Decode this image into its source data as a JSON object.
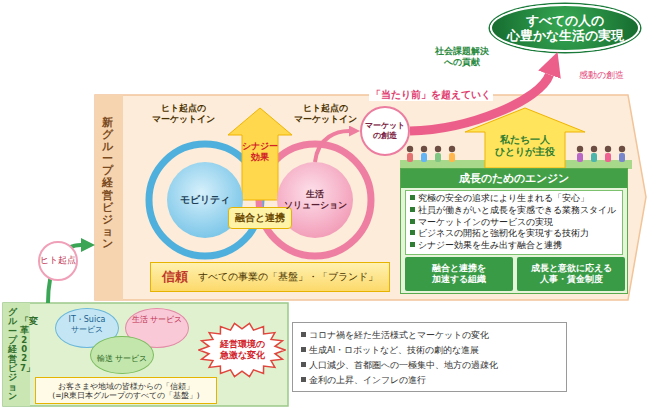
{
  "diagram": {
    "nodes": [
      {
        "text": [
          "すべての人の 心豊かな生活の実現"
        ]
      },
      {
        "text": [
          "新グループ経営ビジョン"
        ]
      },
      {
        "text": [
          "モビリティ"
        ],
        "in": 1
      },
      {
        "text": [
          "生活 ソリューション"
        ],
        "in": 1
      },
      {
        "text": [
          "融合と連携"
        ],
        "in": 1
      },
      {
        "text": [
          "信頼",
          "すべての事業の「基盤」・「ブランド」"
        ],
        "in": 1
      },
      {
        "text": [
          "マーケット の創造"
        ],
        "in": 1
      },
      {
        "text": [
          "成長のためのエンジン",
          "究極の安全の追求により生まれる「安心」",
          "社員が働きがいと成長を実感できる業務スタイル",
          "マーケットインのサービスの実現",
          "ビジネスの開拓と強靭化を実現する技術力",
          "シナジー効果を生み出す融合と連携"
        ],
        "in": 1
      },
      {
        "text": [
          "融合と連携を 加速する組織"
        ],
        "in": 7
      },
      {
        "text": [
          "成長と意欲に応える 人事・賃金制度"
        ],
        "in": 7
      },
      {
        "text": [
          "グループ経営ビジョン",
          "「変革2027」"
        ]
      },
      {
        "text": [
          "IT・Suica サービス"
        ],
        "in": 10
      },
      {
        "text": [
          "生活 サービス"
        ],
        "in": 10
      },
      {
        "text": [
          "輸送 サービス"
        ],
        "in": 10
      },
      {
        "text": [
          "お客さまや地域の皆様からの「信頼」 (=JR東日本グループのすべての「基盤」)"
        ],
        "in": 10
      },
      {
        "text": [
          "経営環境の 急激な変化"
        ]
      },
      {
        "text": [
          "コロナ禍を経た生活様式とマーケットの変化",
          "生成AI・ロボットなど、技術の劇的な進展",
          "人口減少、首都圏への一極集中、地方の過疎化",
          "金利の上昇、インフレの進行"
        ]
      }
    ],
    "edges": [
      {
        "from": 10,
        "to": 1,
        "label": "ヒト起点",
        "arrow": "to"
      },
      {
        "from": 3,
        "to": 6,
        "arrow": "to"
      },
      {
        "from": 6,
        "to": 0,
        "label": "「当たり前」を超えていく",
        "arrow": "to"
      }
    ],
    "labels": [
      "社会課題解決 への貢献",
      "感動の創造",
      "ヒト起点の マーケットイン",
      "シナジー効果",
      "ヒト起点の マーケットイン",
      "私たち一人 ひとりが主役"
    ]
  }
}
